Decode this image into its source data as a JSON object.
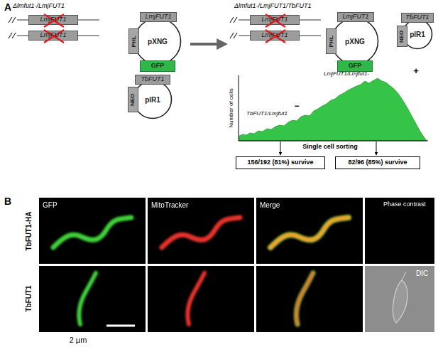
{
  "diagram": {
    "nodes": [
      {
        "text": [
          "LmjFUT1"
        ]
      },
      {
        "text": [
          "LmjFUT1"
        ]
      },
      {
        "text": [
          "pXNG"
        ]
      },
      {
        "text": [
          "LmjFUT1"
        ]
      },
      {
        "text": [
          "PHL"
        ]
      },
      {
        "text": [
          "GFP"
        ]
      },
      {
        "text": [
          "pIR1"
        ]
      },
      {
        "text": [
          "TbFUT1"
        ]
      },
      {
        "text": [
          "NEO"
        ]
      },
      {
        "text": [
          "LmjFUT1"
        ]
      },
      {
        "text": [
          "LmjFUT1"
        ]
      },
      {
        "text": [
          "pXNG"
        ]
      },
      {
        "text": [
          "LmjFUT1"
        ]
      },
      {
        "text": [
          "PHL"
        ]
      },
      {
        "text": [
          "GFP"
        ]
      },
      {
        "text": [
          "pIR1"
        ]
      },
      {
        "text": [
          "TbFUT1"
        ]
      },
      {
        "text": [
          "NEO"
        ]
      },
      {
        "text": [
          "156/192 (81%) survive"
        ]
      },
      {
        "text": [
          "82/96 (85%) survive"
        ]
      }
    ],
    "labels": [
      "A",
      "Δlmfut1-/LmjFUT1",
      "Δlmfut1-/LmjFUT1/TbFUT1",
      "Number of cells",
      "TbFUT1/Lmjfut1",
      "−",
      "LmjFUT1/Lmjfut1-",
      "+",
      "Single cell sorting",
      "B",
      "GFP",
      "MitoTracker",
      "Merge",
      "Phase contrast",
      "DIC",
      "TbFUT1-HA",
      "TbFUT1",
      "2 µm"
    ]
  }
}
